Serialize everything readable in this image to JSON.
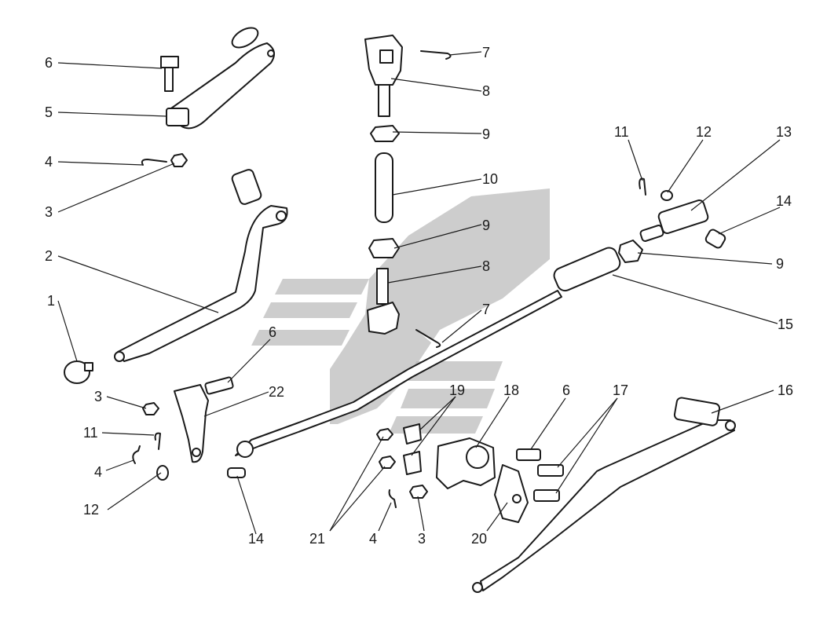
{
  "diagram": {
    "watermark": {
      "name": "wm-logo",
      "color": "#b8b8b8"
    },
    "callouts": [
      {
        "id": "c6a",
        "text": "6"
      },
      {
        "id": "c5",
        "text": "5"
      },
      {
        "id": "c4a",
        "text": "4"
      },
      {
        "id": "c3a",
        "text": "3"
      },
      {
        "id": "c2",
        "text": "2"
      },
      {
        "id": "c1",
        "text": "1"
      },
      {
        "id": "c3b",
        "text": "3"
      },
      {
        "id": "c11a",
        "text": "11"
      },
      {
        "id": "c4b",
        "text": "4"
      },
      {
        "id": "c12a",
        "text": "12"
      },
      {
        "id": "c14a",
        "text": "14"
      },
      {
        "id": "c6b",
        "text": "6"
      },
      {
        "id": "c22",
        "text": "22"
      },
      {
        "id": "c7a",
        "text": "7"
      },
      {
        "id": "c8a",
        "text": "8"
      },
      {
        "id": "c9a",
        "text": "9"
      },
      {
        "id": "c10",
        "text": "10"
      },
      {
        "id": "c9b",
        "text": "9"
      },
      {
        "id": "c8b",
        "text": "8"
      },
      {
        "id": "c7b",
        "text": "7"
      },
      {
        "id": "c11b",
        "text": "11"
      },
      {
        "id": "c12b",
        "text": "12"
      },
      {
        "id": "c13",
        "text": "13"
      },
      {
        "id": "c14b",
        "text": "14"
      },
      {
        "id": "c9c",
        "text": "9"
      },
      {
        "id": "c15",
        "text": "15"
      },
      {
        "id": "c16",
        "text": "16"
      },
      {
        "id": "c19",
        "text": "19"
      },
      {
        "id": "c18",
        "text": "18"
      },
      {
        "id": "c6c",
        "text": "6"
      },
      {
        "id": "c17",
        "text": "17"
      },
      {
        "id": "c21",
        "text": "21"
      },
      {
        "id": "c4c",
        "text": "4"
      },
      {
        "id": "c3c",
        "text": "3"
      },
      {
        "id": "c20",
        "text": "20"
      }
    ]
  }
}
